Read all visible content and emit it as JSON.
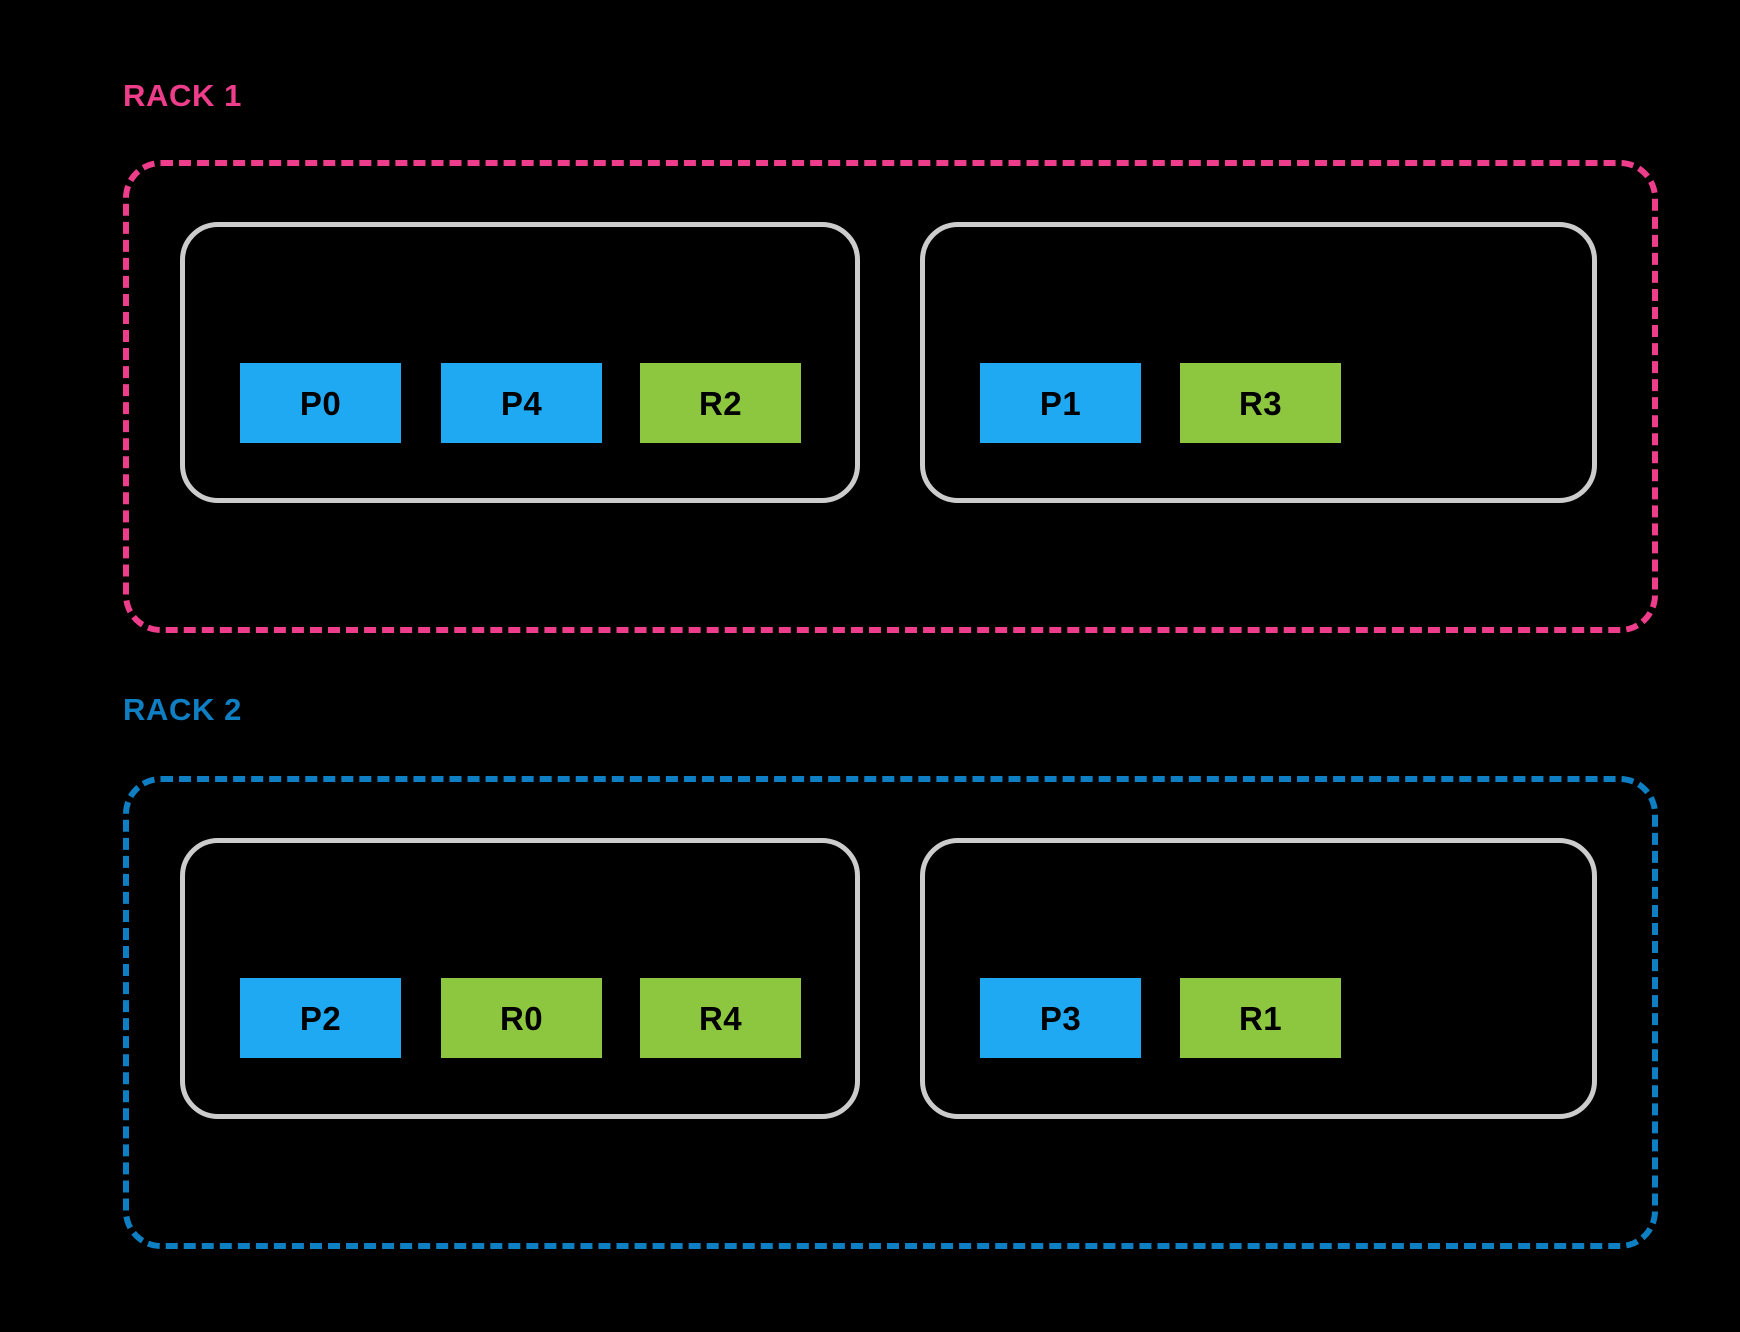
{
  "colors": {
    "background": "#000000",
    "rack1_accent": "#EE3D8B",
    "rack2_accent": "#0F7FC4",
    "node_border": "#CCCCCC",
    "partition_fill": "#1EA9F2",
    "replica_fill": "#8DC63F",
    "chip_text": "#000000"
  },
  "racks": [
    {
      "label": "RACK 1",
      "accent": "#EE3D8B",
      "nodes": [
        {
          "chips": [
            {
              "label": "P0",
              "kind": "partition",
              "fill": "#1EA9F2"
            },
            {
              "label": "P4",
              "kind": "partition",
              "fill": "#1EA9F2"
            },
            {
              "label": "R2",
              "kind": "replica",
              "fill": "#8DC63F"
            }
          ]
        },
        {
          "chips": [
            {
              "label": "P1",
              "kind": "partition",
              "fill": "#1EA9F2"
            },
            {
              "label": "R3",
              "kind": "replica",
              "fill": "#8DC63F"
            }
          ]
        }
      ]
    },
    {
      "label": "RACK 2",
      "accent": "#0F7FC4",
      "nodes": [
        {
          "chips": [
            {
              "label": "P2",
              "kind": "partition",
              "fill": "#1EA9F2"
            },
            {
              "label": "R0",
              "kind": "replica",
              "fill": "#8DC63F"
            },
            {
              "label": "R4",
              "kind": "replica",
              "fill": "#8DC63F"
            }
          ]
        },
        {
          "chips": [
            {
              "label": "P3",
              "kind": "partition",
              "fill": "#1EA9F2"
            },
            {
              "label": "R1",
              "kind": "replica",
              "fill": "#8DC63F"
            }
          ]
        }
      ]
    }
  ]
}
